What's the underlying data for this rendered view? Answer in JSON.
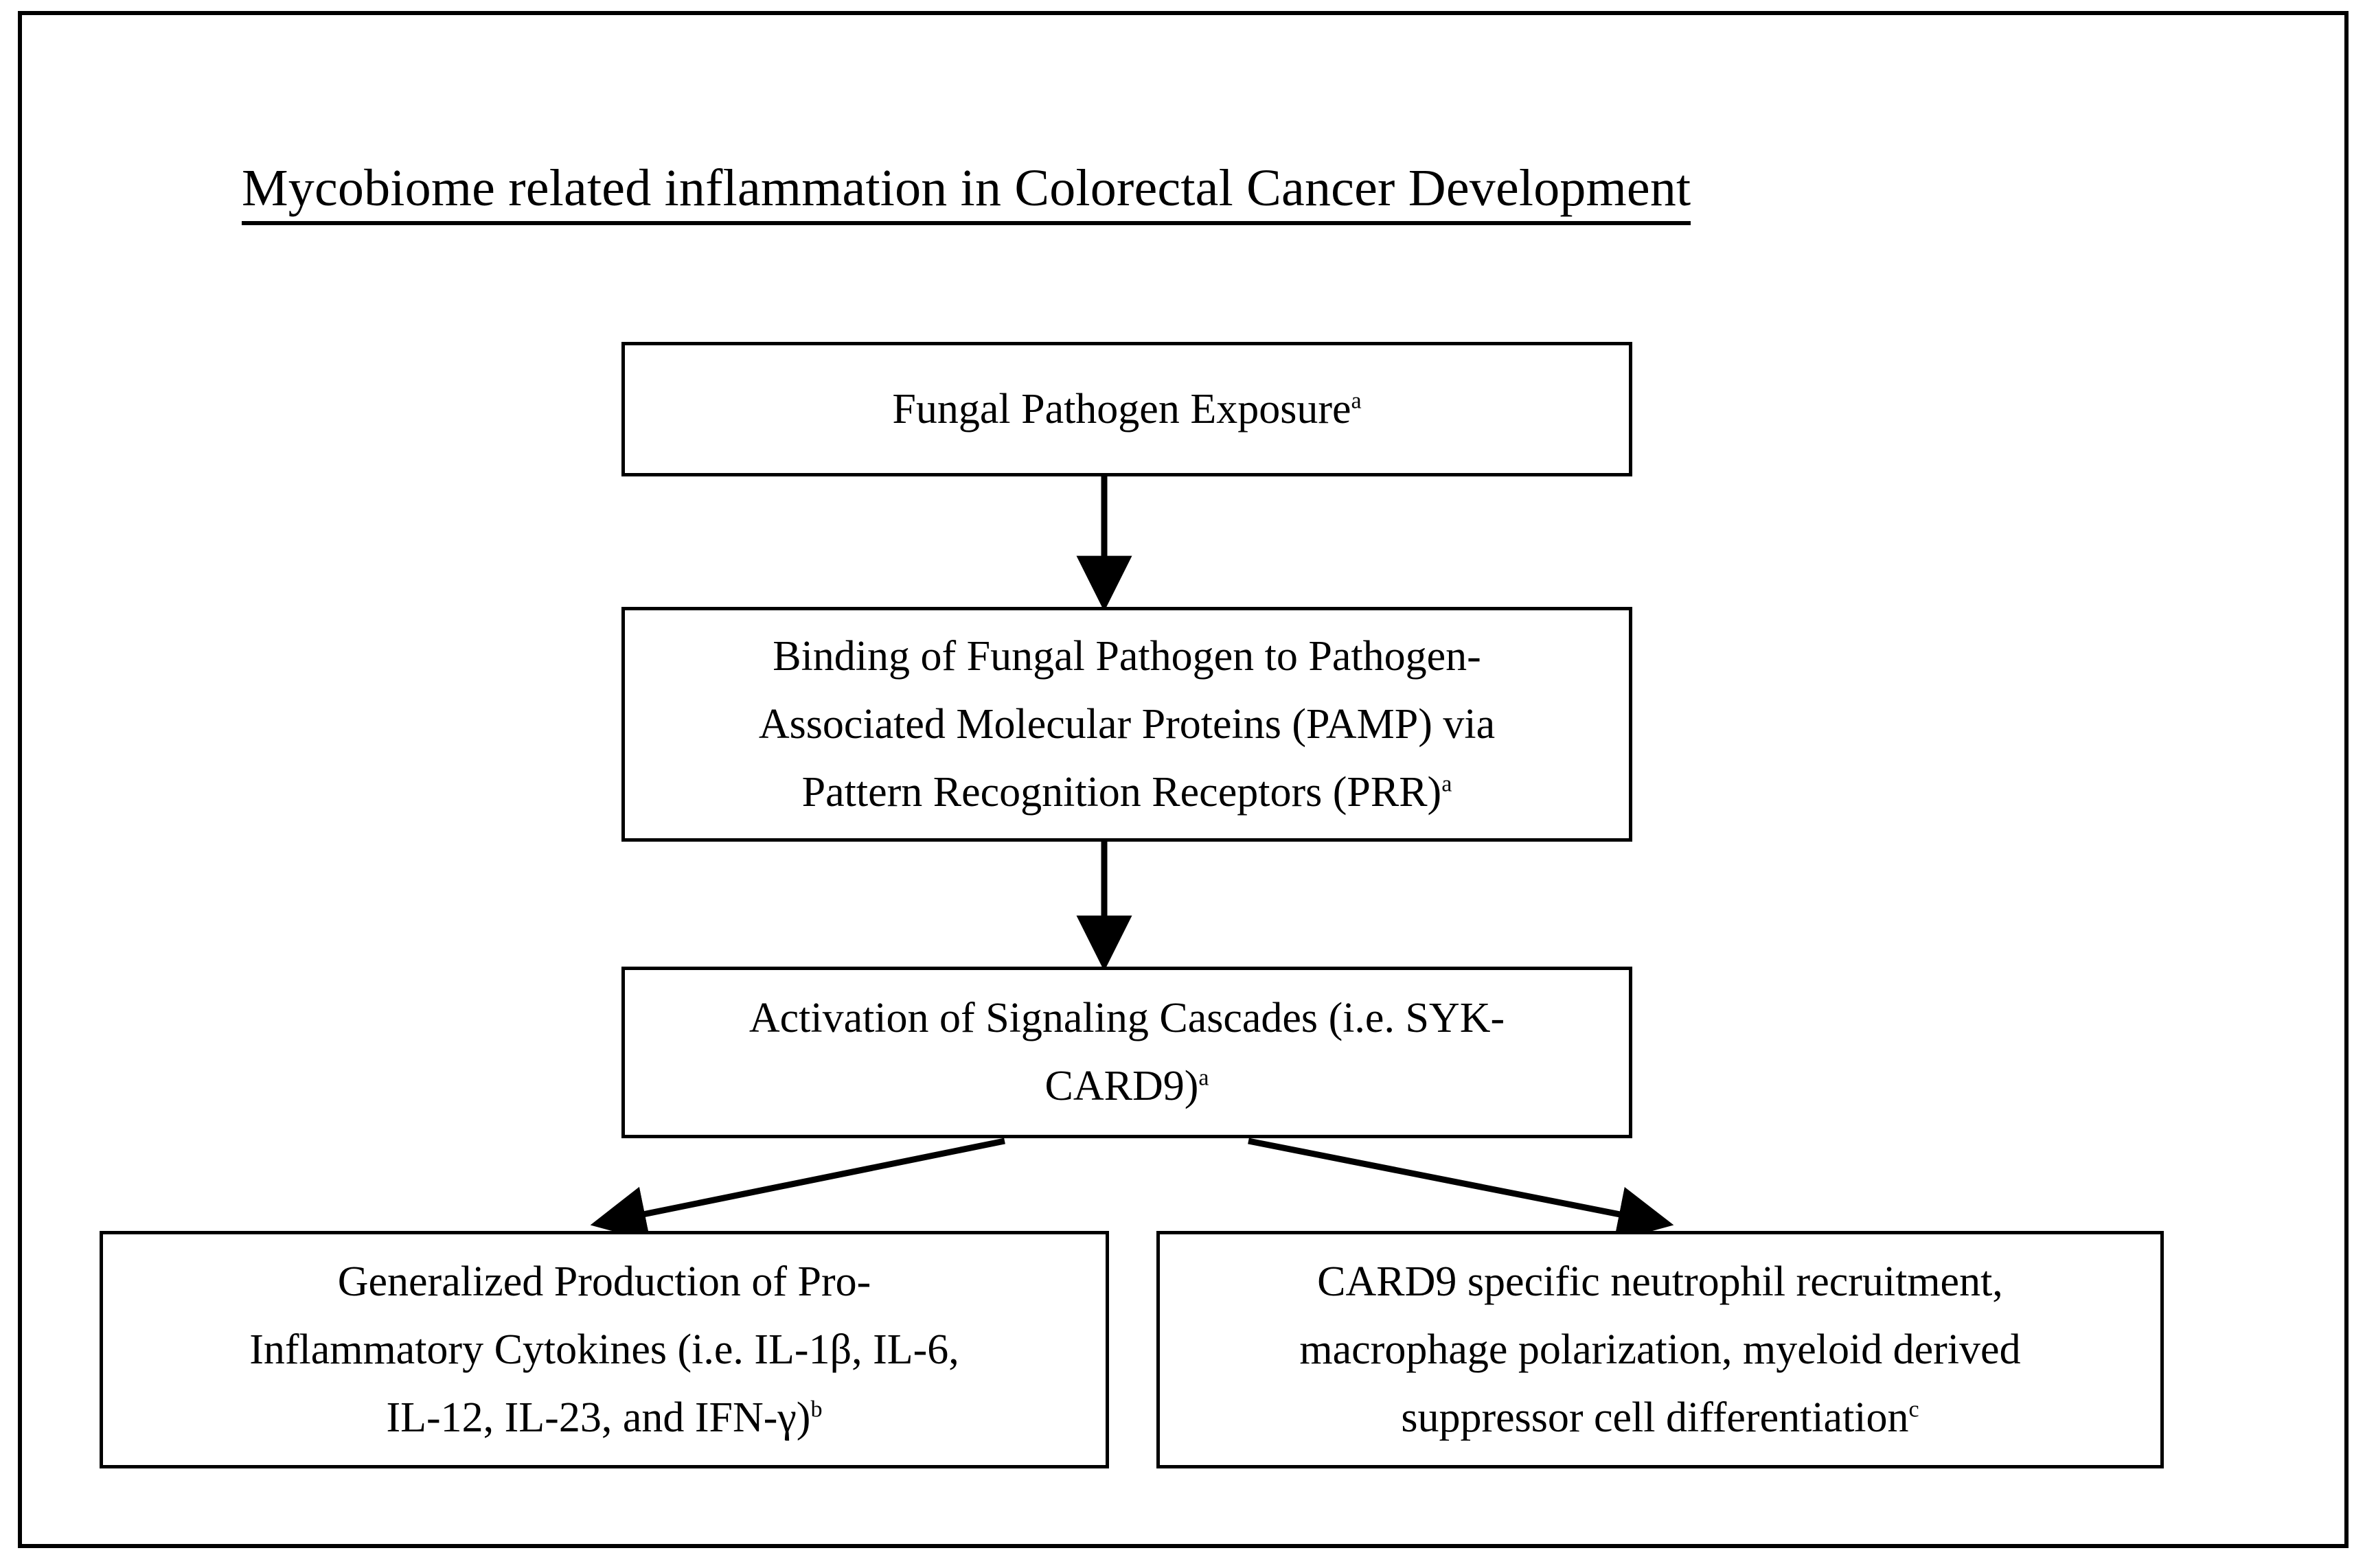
{
  "figure": {
    "title": "Mycobiome related inflammation in Colorectal Cancer Development",
    "background_color": "#ffffff",
    "line_color": "#000000"
  },
  "nodes": {
    "exposure": {
      "lines": [
        "Fungal Pathogen Exposure"
      ],
      "superscript": "a"
    },
    "binding": {
      "lines": [
        "Binding of Fungal Pathogen to Pathogen-",
        "Associated Molecular Proteins (PAMP) via",
        "Pattern Recognition Receptors (PRR)"
      ],
      "superscript": "a"
    },
    "cascades": {
      "lines": [
        "Activation of Signaling Cascades (i.e. SYK-",
        "CARD9)"
      ],
      "superscript": "a"
    },
    "cytokines": {
      "lines": [
        "Generalized Production of Pro-",
        "Inflammatory Cytokines (i.e. IL-1β, IL-6,",
        "IL-12, IL-23, and IFN-γ)"
      ],
      "superscript": "b"
    },
    "card9_effects": {
      "lines": [
        "CARD9 specific neutrophil recruitment,",
        "macrophage polarization, myeloid derived",
        "suppressor cell differentiation"
      ],
      "superscript": "c"
    }
  },
  "edges": [
    {
      "name": "exposure-to-binding",
      "from": "exposure",
      "to": "binding",
      "style": "arrow-down"
    },
    {
      "name": "binding-to-cascades",
      "from": "binding",
      "to": "cascades",
      "style": "arrow-down"
    },
    {
      "name": "cascades-to-cytokines",
      "from": "cascades",
      "to": "cytokines",
      "style": "arrow-diagonal-left"
    },
    {
      "name": "cascades-to-card9",
      "from": "cascades",
      "to": "card9_effects",
      "style": "arrow-diagonal-right"
    }
  ]
}
